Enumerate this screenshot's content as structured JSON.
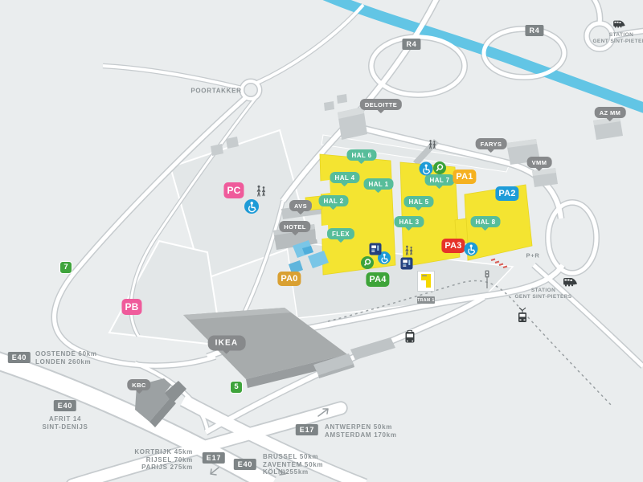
{
  "colors": {
    "hall_yellow": "#F4E431",
    "hall_edge": "#E6D524",
    "water_blue": "#62C5E5",
    "bubble_green": "#57BD9A",
    "bubble_gray": "#87898B",
    "road_badge_gray": "#7E8486",
    "exit_green": "#3FA43C",
    "accessible_blue": "#1E9BD7",
    "icon_green": "#3CA23B",
    "icon_navy": "#25417E",
    "crosswalk_red": "#D95F57"
  },
  "halls": [
    {
      "label": "HAL 6"
    },
    {
      "label": "HAL 4"
    },
    {
      "label": "HAL 1"
    },
    {
      "label": "HAL 2"
    },
    {
      "label": "HAL 7"
    },
    {
      "label": "HAL 5"
    },
    {
      "label": "HAL 3"
    },
    {
      "label": "HAL 8"
    },
    {
      "label": "FLEX"
    }
  ],
  "parkings": [
    {
      "label": "PC",
      "color": "#EF5B9B"
    },
    {
      "label": "PB",
      "color": "#EF5B9B"
    },
    {
      "label": "PA0",
      "color": "#D9A032"
    },
    {
      "label": "PA1",
      "color": "#F5B120"
    },
    {
      "label": "PA2",
      "color": "#1E9CD8"
    },
    {
      "label": "PA3",
      "color": "#E63329"
    },
    {
      "label": "PA4",
      "color": "#3EA439"
    }
  ],
  "buildings": [
    {
      "label": "DELOITTE"
    },
    {
      "label": "FARYS"
    },
    {
      "label": "VMM"
    },
    {
      "label": "AZ MM"
    },
    {
      "label": "AVS"
    },
    {
      "label": "HOTEL"
    },
    {
      "label": "IKEA"
    },
    {
      "label": "KBC"
    }
  ],
  "road_badges": [
    {
      "label": "R4"
    },
    {
      "label": "R4"
    },
    {
      "label": "E40"
    },
    {
      "label": "E40"
    },
    {
      "label": "E17"
    },
    {
      "label": "E17"
    },
    {
      "label": "E40"
    }
  ],
  "exits": [
    {
      "label": "7"
    },
    {
      "label": "5"
    }
  ],
  "place_labels": {
    "poortakker": "POORTAKKER",
    "park_and_ride": "P+R",
    "tram_stop": "TRAM 1"
  },
  "stations": [
    {
      "line1": "STATION",
      "line2": "GENT SINT-PIETERS"
    },
    {
      "line1": "STATION",
      "line2": "GENT SINT-PIETERS"
    }
  ],
  "destinations": [
    {
      "lines": [
        "OOSTENDE 60km",
        "LONDEN 260km"
      ]
    },
    {
      "lines": [
        "AFRIT 14",
        "SINT-DENIJS"
      ]
    },
    {
      "lines": [
        "KORTRIJK 45km",
        "RIJSEL 70km",
        "PARIJS 275km"
      ]
    },
    {
      "lines": [
        "ANTWERPEN 50km",
        "AMSTERDAM 170km"
      ]
    },
    {
      "lines": [
        "BRUSSEL 50km",
        "ZAVENTEM 50km",
        "KÖLN 255km"
      ]
    }
  ]
}
